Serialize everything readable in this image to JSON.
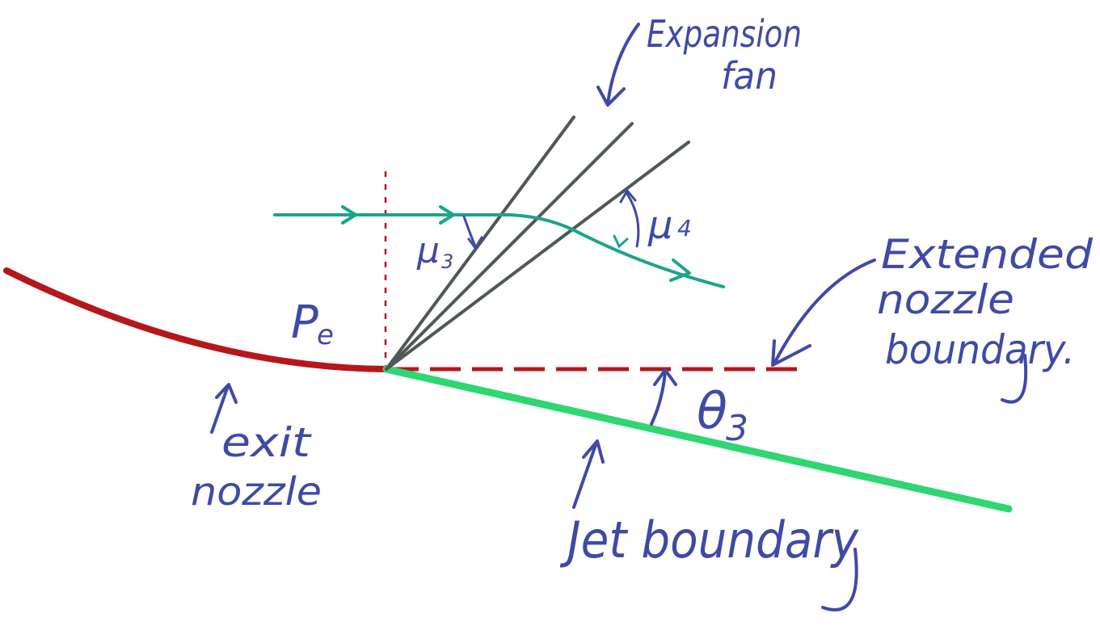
{
  "colors": {
    "ink": "#3f4aa6",
    "nozzle": "#b5171b",
    "jet": "#2fd672",
    "streamline": "#1aa58a",
    "fan": "#4f5854",
    "dashed": "#b5171b"
  },
  "labels": {
    "expansion_fan": [
      "Expansion",
      "fan"
    ],
    "mu3": "μ",
    "mu3_sub": "3",
    "mu4": "μ",
    "mu4_sub": "4",
    "pe": "P",
    "pe_sub": "e",
    "extended_nozzle": [
      "Extended",
      "nozzle",
      "boundary."
    ],
    "theta3": "θ",
    "theta3_sub": "3",
    "exit_nozzle": [
      "exit",
      "nozzle"
    ],
    "jet_boundary": "Jet boundary"
  }
}
